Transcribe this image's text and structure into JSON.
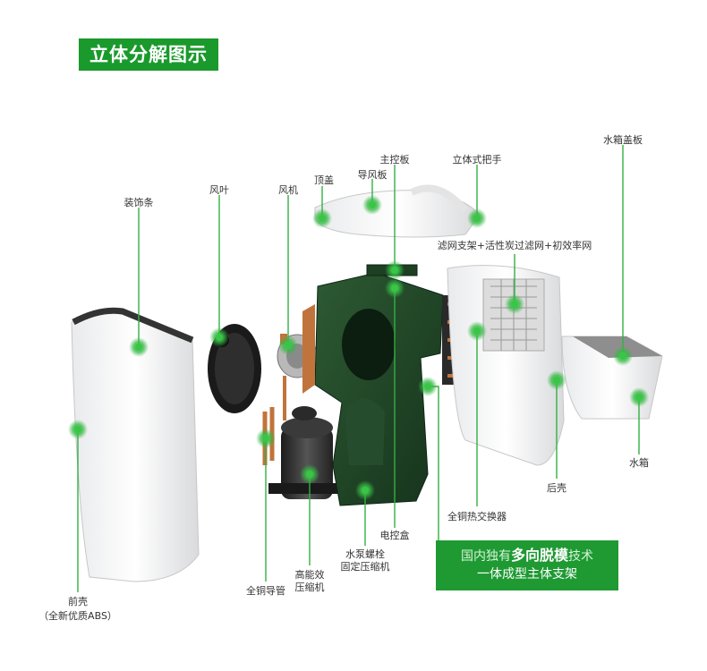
{
  "title": "立体分解图示",
  "labels": {
    "zhuangshitiao": "装饰条",
    "fengye": "风叶",
    "fengji": "风机",
    "dinggai": "顶盖",
    "daofengban": "导风板",
    "zhukongban": "主控板",
    "litishi_bashou": "立体式把手",
    "shuixiang_gaiban": "水箱盖板",
    "lvwang": "滤网支架+活性炭过滤网+初效率网",
    "qianke": "前壳",
    "qianke_note": "（全新优质ABS）",
    "quantong_daoguan": "全铜导管",
    "yasuoji_1": "高能效",
    "yasuoji_2": "压缩机",
    "shuibeng_1": "水泵螺栓",
    "shuibeng_2": "固定压缩机",
    "diankonghe": "电控盒",
    "reji": "全铜热交换器",
    "houke": "后壳",
    "shuixiang": "水箱"
  },
  "callout": {
    "line1_pre": "国内独有",
    "line1_hl": "多向脱模",
    "line1_post": "技术",
    "line2": "一体成型主体支架"
  },
  "colors": {
    "accent": "#1a9a2c",
    "marker": "#3ec24a",
    "line": "#33b044",
    "frame": "#1f5a2f"
  }
}
